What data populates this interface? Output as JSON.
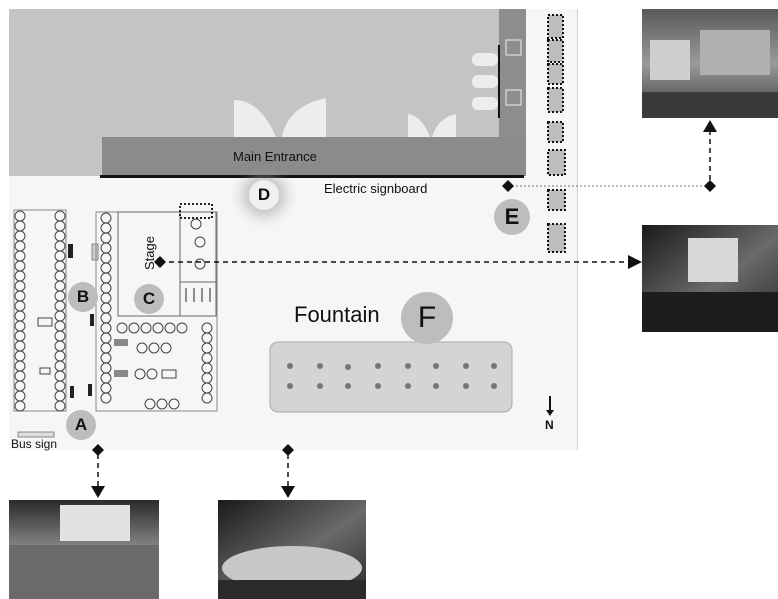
{
  "labels": {
    "main_entrance": "Main Entrance",
    "electric_signboard": "Electric signboard",
    "stage": "Stage",
    "fountain": "Fountain",
    "bus_sign": "Bus sign",
    "north": "N"
  },
  "markers": {
    "A": "A",
    "B": "B",
    "C": "C",
    "D": "D",
    "E": "E",
    "F": "F"
  },
  "colors": {
    "building": "#c4c4c4",
    "entrance_bar": "#8b8b8b",
    "marker": "#bdbdbd"
  }
}
